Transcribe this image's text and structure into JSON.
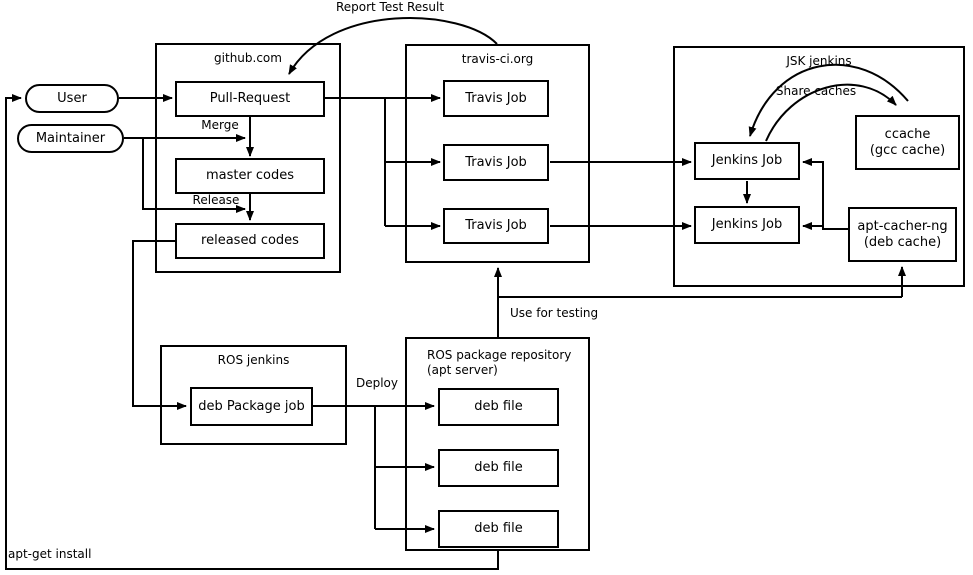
{
  "groups": {
    "github": {
      "label": "github.com"
    },
    "travis": {
      "label": "travis-ci.org"
    },
    "jsk": {
      "label": "JSK jenkins"
    },
    "ros_jenkins": {
      "label": "ROS jenkins"
    },
    "ros_repo": {
      "label_line1": "ROS package repository",
      "label_line2": "(apt server)"
    }
  },
  "nodes": {
    "user": {
      "label": "User"
    },
    "maintainer": {
      "label": "Maintainer"
    },
    "pull_request": {
      "label": "Pull-Request"
    },
    "master_codes": {
      "label": "master codes"
    },
    "released_codes": {
      "label": "released codes"
    },
    "travis_job_1": {
      "label": "Travis Job"
    },
    "travis_job_2": {
      "label": "Travis Job"
    },
    "travis_job_3": {
      "label": "Travis Job"
    },
    "jenkins_job_1": {
      "label": "Jenkins Job"
    },
    "jenkins_job_2": {
      "label": "Jenkins Job"
    },
    "ccache": {
      "label_line1": "ccache",
      "label_line2": "(gcc cache)"
    },
    "apt_cacher_ng": {
      "label_line1": "apt-cacher-ng",
      "label_line2": "(deb cache)"
    },
    "deb_package_job": {
      "label": "deb Package job"
    },
    "deb_file_1": {
      "label": "deb file"
    },
    "deb_file_2": {
      "label": "deb file"
    },
    "deb_file_3": {
      "label": "deb file"
    }
  },
  "edge_labels": {
    "report_test_result": "Report Test Result",
    "merge": "Merge",
    "release": "Release",
    "share_caches": "Share caches",
    "use_for_testing": "Use for testing",
    "deploy": "Deploy",
    "apt_get_install": "apt-get install"
  },
  "colors": {
    "stroke": "#000000",
    "background": "#ffffff"
  }
}
